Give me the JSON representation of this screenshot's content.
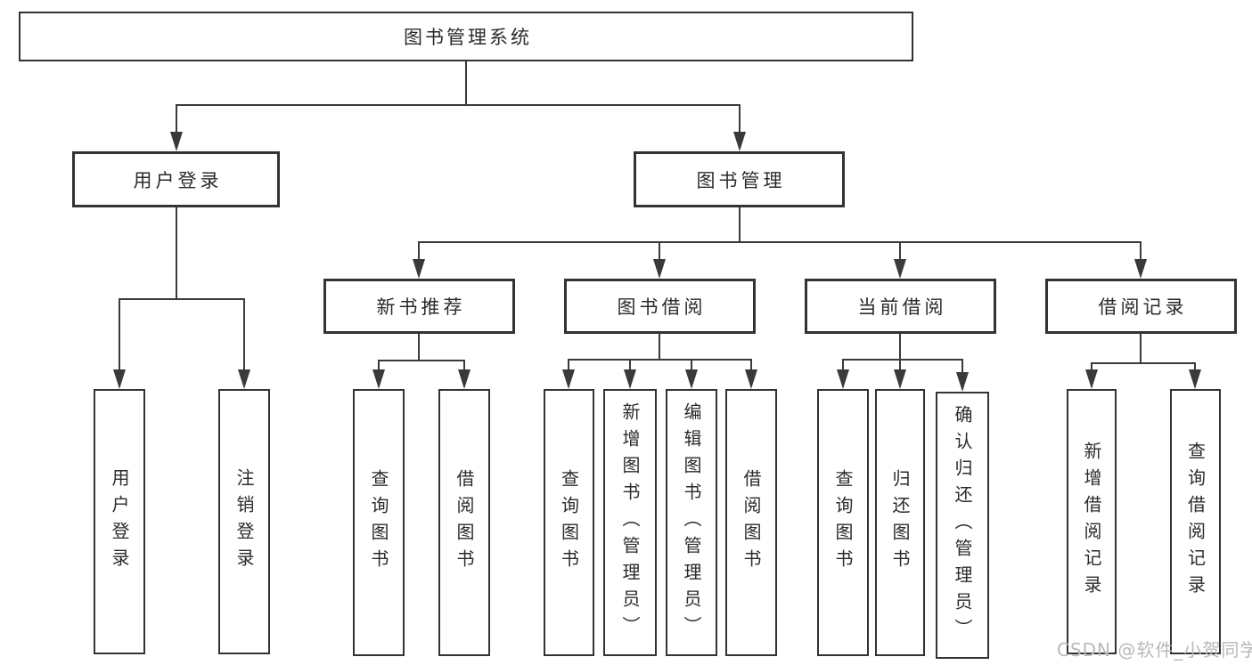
{
  "diagram": {
    "type": "functional-structure-tree",
    "colors": {
      "background": "#ffffff",
      "box_border": "#333333",
      "connector": "#3a3a3a",
      "text": "#2b2b2b",
      "watermark": "#b9b9b9"
    }
  },
  "tree": {
    "label": "图书管理系统",
    "children": [
      {
        "label": "用户登录",
        "children": [
          {
            "label": "用户登录"
          },
          {
            "label": "注销登录"
          }
        ]
      },
      {
        "label": "图书管理",
        "children": [
          {
            "label": "新书推荐",
            "children": [
              {
                "label": "查询图书"
              },
              {
                "label": "借阅图书"
              }
            ]
          },
          {
            "label": "图书借阅",
            "children": [
              {
                "label": "查询图书"
              },
              {
                "label": "新增图书（管理员）"
              },
              {
                "label": "编辑图书（管理员）"
              },
              {
                "label": "借阅图书"
              }
            ]
          },
          {
            "label": "当前借阅",
            "children": [
              {
                "label": "查询图书"
              },
              {
                "label": "归还图书"
              },
              {
                "label": "确认归还（管理员）"
              }
            ]
          },
          {
            "label": "借阅记录",
            "children": [
              {
                "label": "新增借阅记录"
              },
              {
                "label": "查询借阅记录"
              }
            ]
          }
        ]
      }
    ]
  },
  "watermark": {
    "text": "CSDN @软件_小贺同学"
  }
}
